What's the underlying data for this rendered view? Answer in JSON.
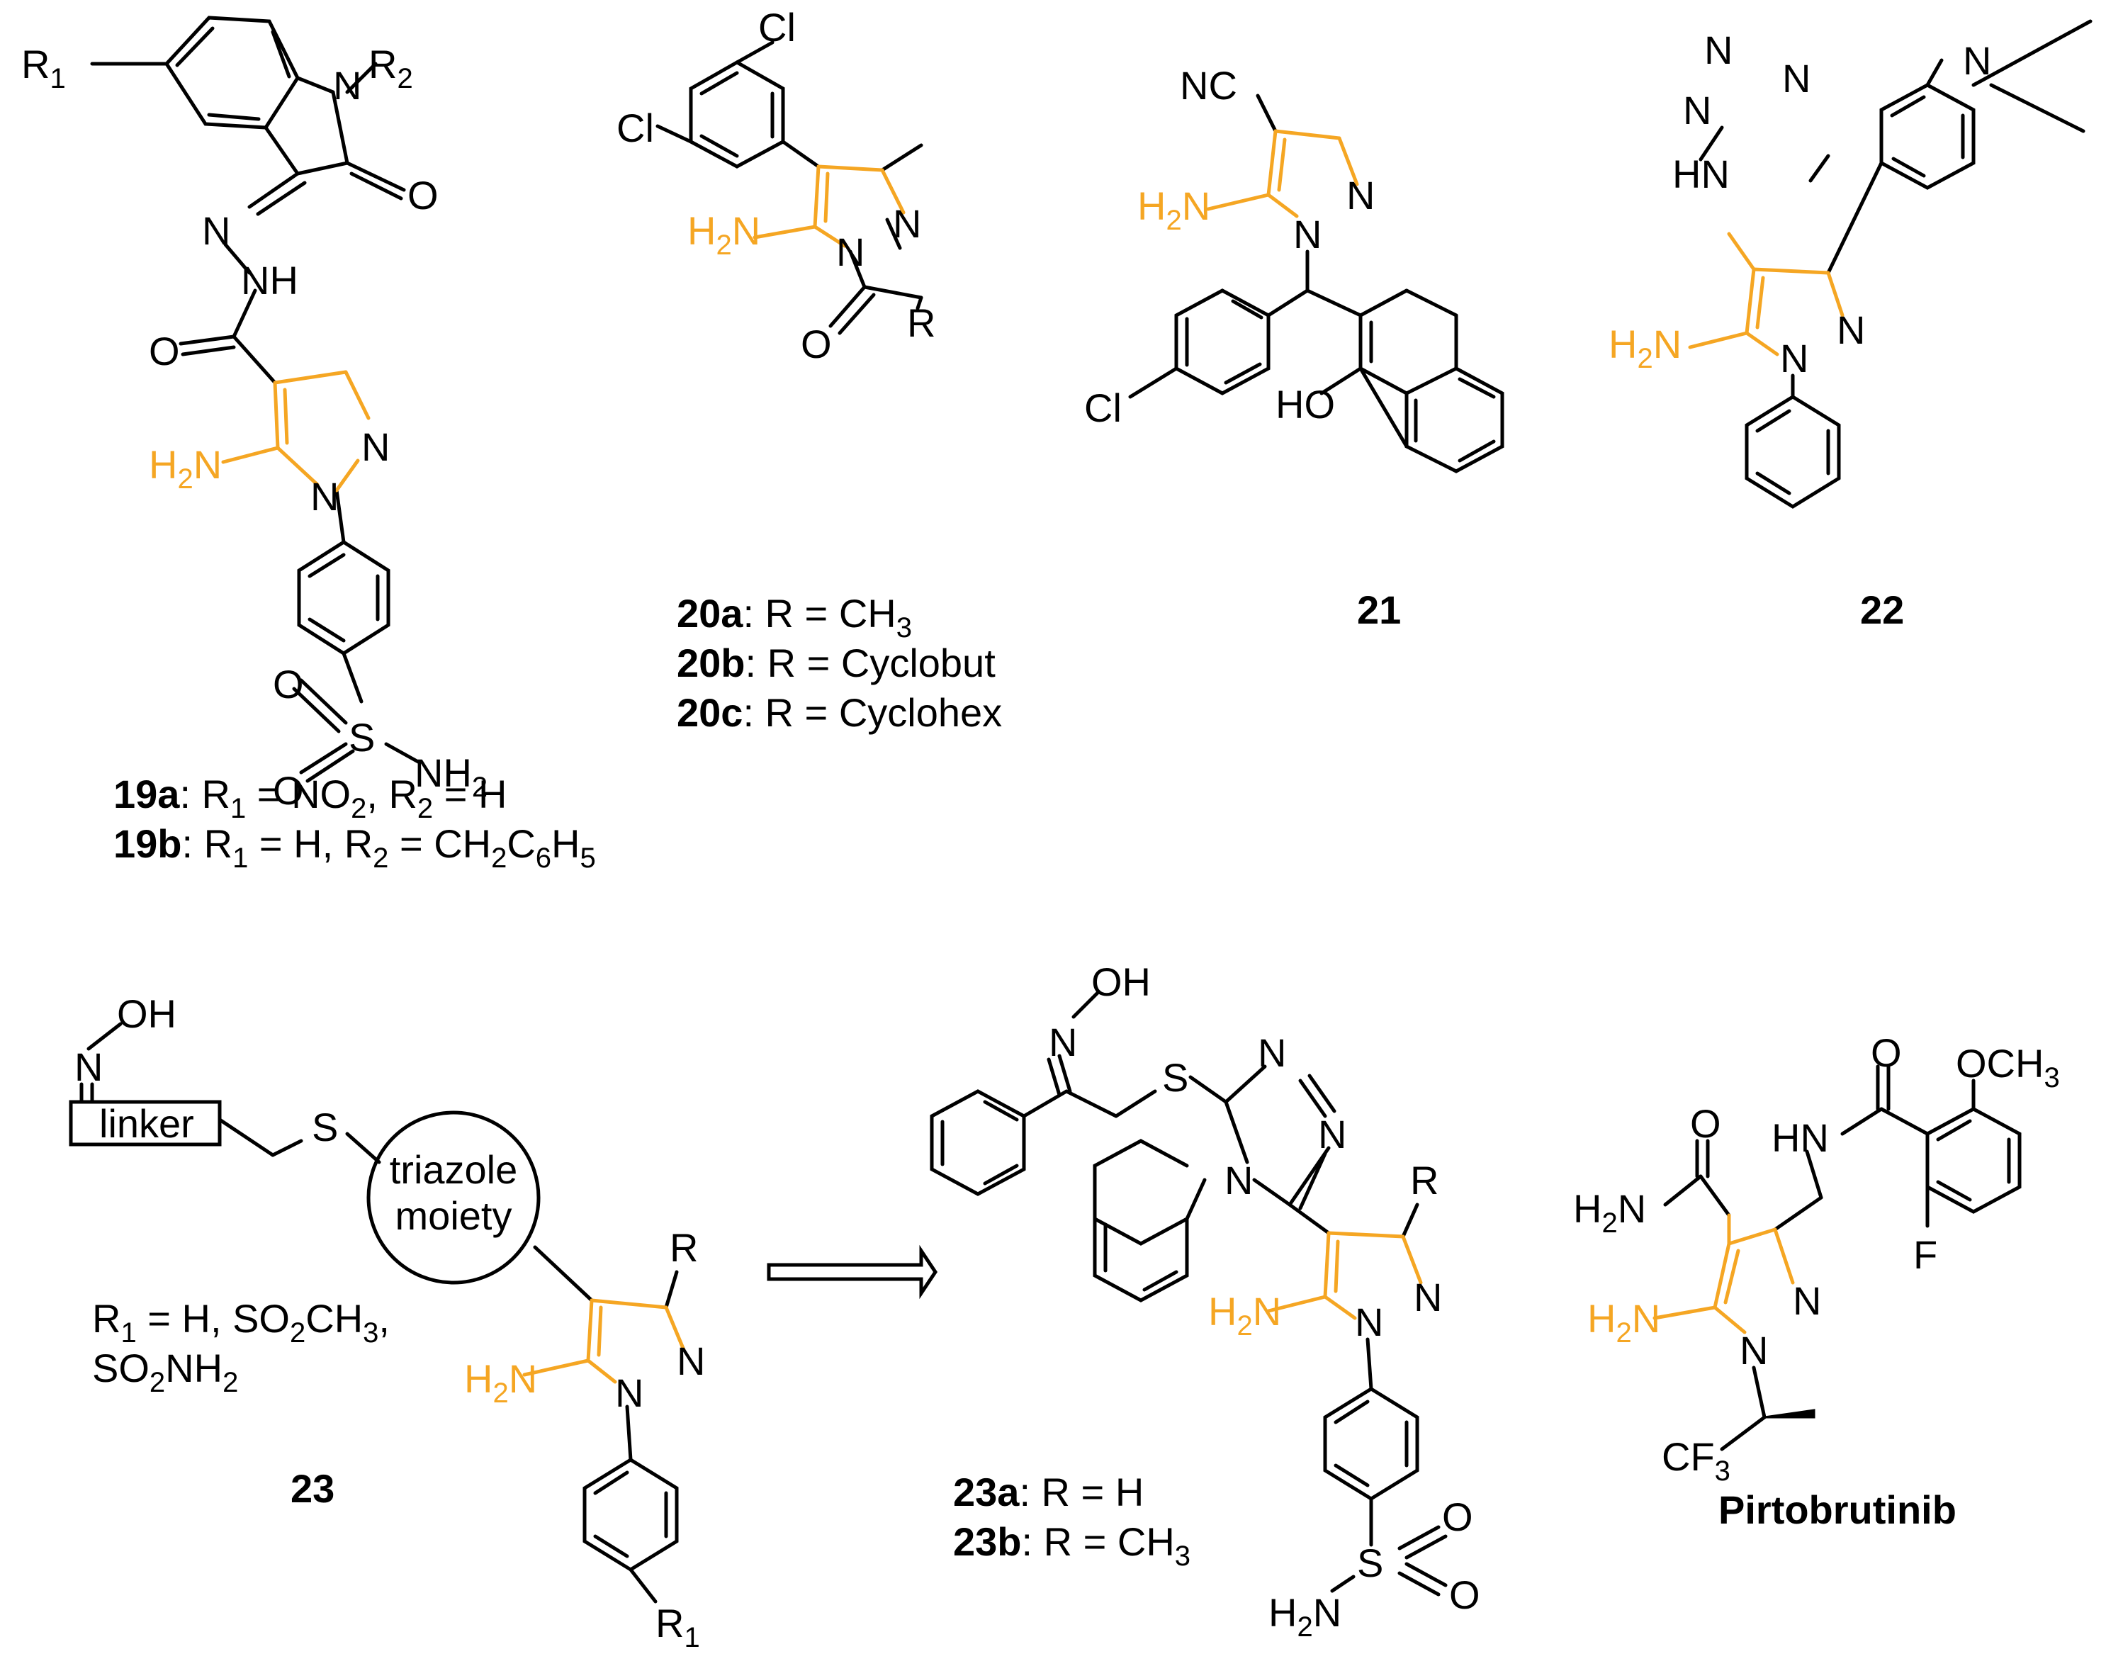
{
  "colors": {
    "bond": "#000000",
    "highlight": "#F5A623",
    "background": "#ffffff"
  },
  "compounds": {
    "c19": {
      "atoms": {
        "r1": "R",
        "r1_sub": "1",
        "n1": "N",
        "r2": "R",
        "r2_sub": "2",
        "o_lactam": "O",
        "n_imine": "N",
        "nh": "NH",
        "o_amide": "O",
        "n_pz": "N",
        "n_pz1": "N",
        "nh2": "H",
        "nh2_sub": "2",
        "nh2_n": "N",
        "o1": "O",
        "s": "S",
        "o2": "O",
        "snh2": "NH",
        "snh2_sub": "2"
      },
      "labels": [
        {
          "id": "19a",
          "parts": [
            "19a",
            ": R",
            "1",
            " = NO",
            "2",
            ", R",
            "2",
            " = H"
          ]
        },
        {
          "id": "19b",
          "parts": [
            "19b",
            ": R",
            "1",
            " = H, R",
            "2",
            " = CH",
            "2",
            "C",
            "6",
            "H",
            "5"
          ]
        }
      ]
    },
    "c20": {
      "atoms": {
        "cl1": "Cl",
        "cl2": "Cl",
        "nh2": "H",
        "nh2_sub": "2",
        "nh2_n": "N",
        "n1": "N",
        "n2": "N",
        "o": "O",
        "r": "R"
      },
      "labels": [
        {
          "id": "20a",
          "parts": [
            "20a",
            ": R = CH",
            "3"
          ]
        },
        {
          "id": "20b",
          "parts": [
            "20b",
            ": R = Cyclobut"
          ]
        },
        {
          "id": "20c",
          "parts": [
            "20c",
            ": R = Cyclohex"
          ]
        }
      ]
    },
    "c21": {
      "atoms": {
        "nc": "NC",
        "nh2": "H",
        "nh2_sub": "2",
        "nh2_n": "N",
        "n1": "N",
        "n2": "N",
        "cl": "Cl",
        "ho": "HO"
      },
      "label": "21"
    },
    "c22": {
      "atoms": {
        "n_a": "N",
        "n_b": "N",
        "n_c": "N",
        "hn": "HN",
        "nme2": "N",
        "nh2": "H",
        "nh2_sub": "2",
        "nh2_n": "N",
        "n1": "N",
        "n2": "N"
      },
      "label": "22"
    },
    "c23": {
      "atoms": {
        "n_ox": "N",
        "oh": "OH",
        "linker": "linker",
        "s": "S",
        "ring1": "triazole",
        "ring2": "moiety",
        "r": "R",
        "nh2": "H",
        "nh2_sub": "2",
        "nh2_n": "N",
        "n1": "N",
        "n2": "N",
        "r1": "R",
        "r1_sub": "1"
      },
      "r1_def": [
        {
          "parts": [
            "R",
            "1",
            " = H, SO",
            "2",
            "CH",
            "3",
            ","
          ]
        },
        {
          "parts": [
            "SO",
            "2",
            "NH",
            "2"
          ]
        }
      ],
      "label": "23"
    },
    "c23ab": {
      "atoms": {
        "n_ox": "N",
        "oh": "OH",
        "s": "S",
        "n_t1": "N",
        "n_t2": "N",
        "n_t4": "N",
        "r": "R",
        "nh2": "H",
        "nh2_sub": "2",
        "nh2_n": "N",
        "n1": "N",
        "n2": "N",
        "so_o1": "O",
        "so_s": "S",
        "so_o2": "O",
        "h2n": "H",
        "h2n_sub": "2",
        "h2n_n": "N"
      },
      "labels": [
        {
          "id": "23a",
          "parts": [
            "23a",
            ": R = H"
          ]
        },
        {
          "id": "23b",
          "parts": [
            "23b",
            ": R = CH",
            "3"
          ]
        }
      ]
    },
    "pirto": {
      "atoms": {
        "o_top": "O",
        "och3": "OCH",
        "och3_sub": "3",
        "hn": "HN",
        "o_amide": "O",
        "h2n_a": "H",
        "h2n_a_sub": "2",
        "h2n_a_n": "N",
        "nh2": "H",
        "nh2_sub": "2",
        "nh2_n": "N",
        "n1": "N",
        "n2": "N",
        "f": "F",
        "cf3": "CF",
        "cf3_sub": "3"
      },
      "label": "Pirtobrutinib"
    }
  }
}
